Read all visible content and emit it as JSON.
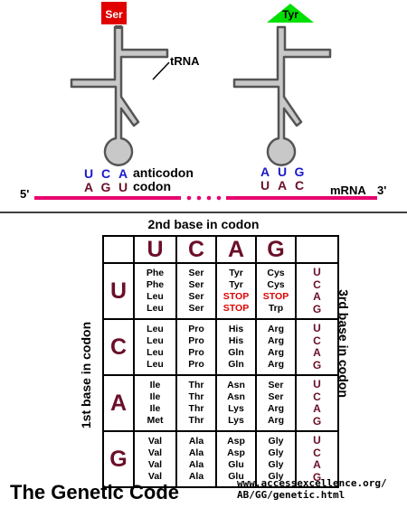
{
  "diagram": {
    "trna_label": "tRNA",
    "left_amino_acid": "Ser",
    "right_amino_acid": "Tyr",
    "left_anticodon": [
      "U",
      "C",
      "A"
    ],
    "left_codon": [
      "A",
      "G",
      "U"
    ],
    "right_anticodon": [
      "A",
      "U",
      "G"
    ],
    "right_codon": [
      "U",
      "A",
      "C"
    ],
    "anticodon_label": "anticodon",
    "codon_label": "codon",
    "mrna_label": "mRNA",
    "five_prime": "5'",
    "three_prime": "3'",
    "colors": {
      "trna_outline": "#555555",
      "trna_fill": "#c8c8c8",
      "ser_box": "#e00000",
      "tyr_triangle": "#00e000",
      "anticodon": "#1a1acc",
      "codon": "#6b0f28",
      "mrna": "#e6006e"
    }
  },
  "table": {
    "second_base_label": "2nd base in codon",
    "first_base_label": "1st base in codon",
    "third_base_label": "3rd base in codon",
    "column_bases": [
      "U",
      "C",
      "A",
      "G"
    ],
    "rows": [
      {
        "base": "U",
        "cells": [
          [
            "Phe",
            "Phe",
            "Leu",
            "Leu"
          ],
          [
            "Ser",
            "Ser",
            "Ser",
            "Ser"
          ],
          [
            "Tyr",
            "Tyr",
            "STOP",
            "STOP"
          ],
          [
            "Cys",
            "Cys",
            "STOP",
            "Trp"
          ]
        ],
        "third": [
          "U",
          "C",
          "A",
          "G"
        ]
      },
      {
        "base": "C",
        "cells": [
          [
            "Leu",
            "Leu",
            "Leu",
            "Leu"
          ],
          [
            "Pro",
            "Pro",
            "Pro",
            "Pro"
          ],
          [
            "His",
            "His",
            "Gln",
            "Gln"
          ],
          [
            "Arg",
            "Arg",
            "Arg",
            "Arg"
          ]
        ],
        "third": [
          "U",
          "C",
          "A",
          "G"
        ]
      },
      {
        "base": "A",
        "cells": [
          [
            "Ile",
            "Ile",
            "Ile",
            "Met"
          ],
          [
            "Thr",
            "Thr",
            "Thr",
            "Thr"
          ],
          [
            "Asn",
            "Asn",
            "Lys",
            "Lys"
          ],
          [
            "Ser",
            "Ser",
            "Arg",
            "Arg"
          ]
        ],
        "third": [
          "U",
          "C",
          "A",
          "G"
        ]
      },
      {
        "base": "G",
        "cells": [
          [
            "Val",
            "Val",
            "Val",
            "Val"
          ],
          [
            "Ala",
            "Ala",
            "Ala",
            "Ala"
          ],
          [
            "Asp",
            "Asp",
            "Glu",
            "Glu"
          ],
          [
            "Gly",
            "Gly",
            "Gly",
            "Gly"
          ]
        ],
        "third": [
          "U",
          "C",
          "A",
          "G"
        ]
      }
    ],
    "stop_color": "#e00000",
    "base_color": "#6b0f28"
  },
  "footer": {
    "title": "The Genetic Code",
    "url_line1": "www.accessexcellence.org/",
    "url_line2": "AB/GG/genetic.html"
  }
}
